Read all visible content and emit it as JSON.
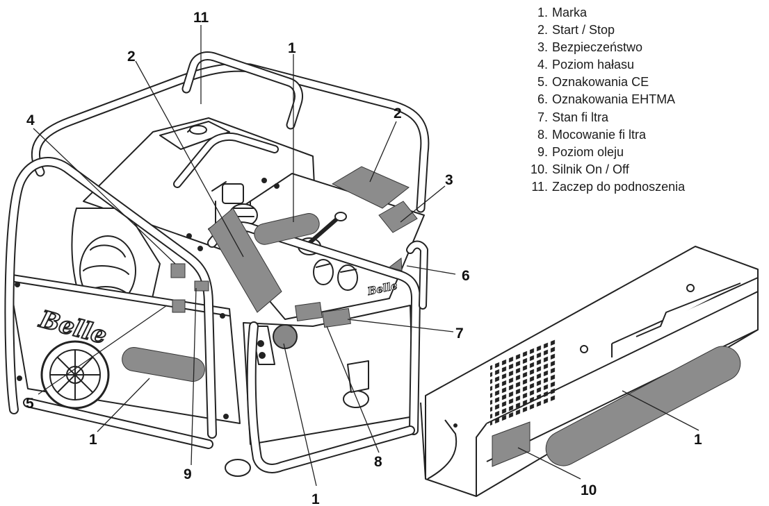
{
  "legend": [
    {
      "num": "1.",
      "text": "Marka"
    },
    {
      "num": "2.",
      "text": "Start / Stop"
    },
    {
      "num": "3.",
      "text": "Bezpieczeństwo"
    },
    {
      "num": "4.",
      "text": "Poziom hałasu"
    },
    {
      "num": "5.",
      "text": "Oznakowania CE"
    },
    {
      "num": "6.",
      "text": "Oznakowania EHTMA"
    },
    {
      "num": "7.",
      "text": "Stan fi ltra"
    },
    {
      "num": "8.",
      "text": "Mocowanie fi ltra"
    },
    {
      "num": "9.",
      "text": "Poziom oleju"
    },
    {
      "num": "10.",
      "text": "Silnik On / Off"
    },
    {
      "num": "11.",
      "text": "Zaczep do podnoszenia"
    }
  ],
  "brand": {
    "frame_logo": "Belle",
    "panel_logo": "Belle"
  },
  "callouts": {
    "c11": "11",
    "c2a": "2",
    "c1a": "1",
    "c4": "4",
    "c2b": "2",
    "c3": "3",
    "c6": "6",
    "c7": "7",
    "c5": "5",
    "c1b": "1",
    "c9": "9",
    "c8": "8",
    "c1c": "1",
    "c1d": "1",
    "c10": "10"
  },
  "colors": {
    "line": "#222222",
    "label_patch": "#8c8c8c",
    "frame": "#ffffff"
  }
}
